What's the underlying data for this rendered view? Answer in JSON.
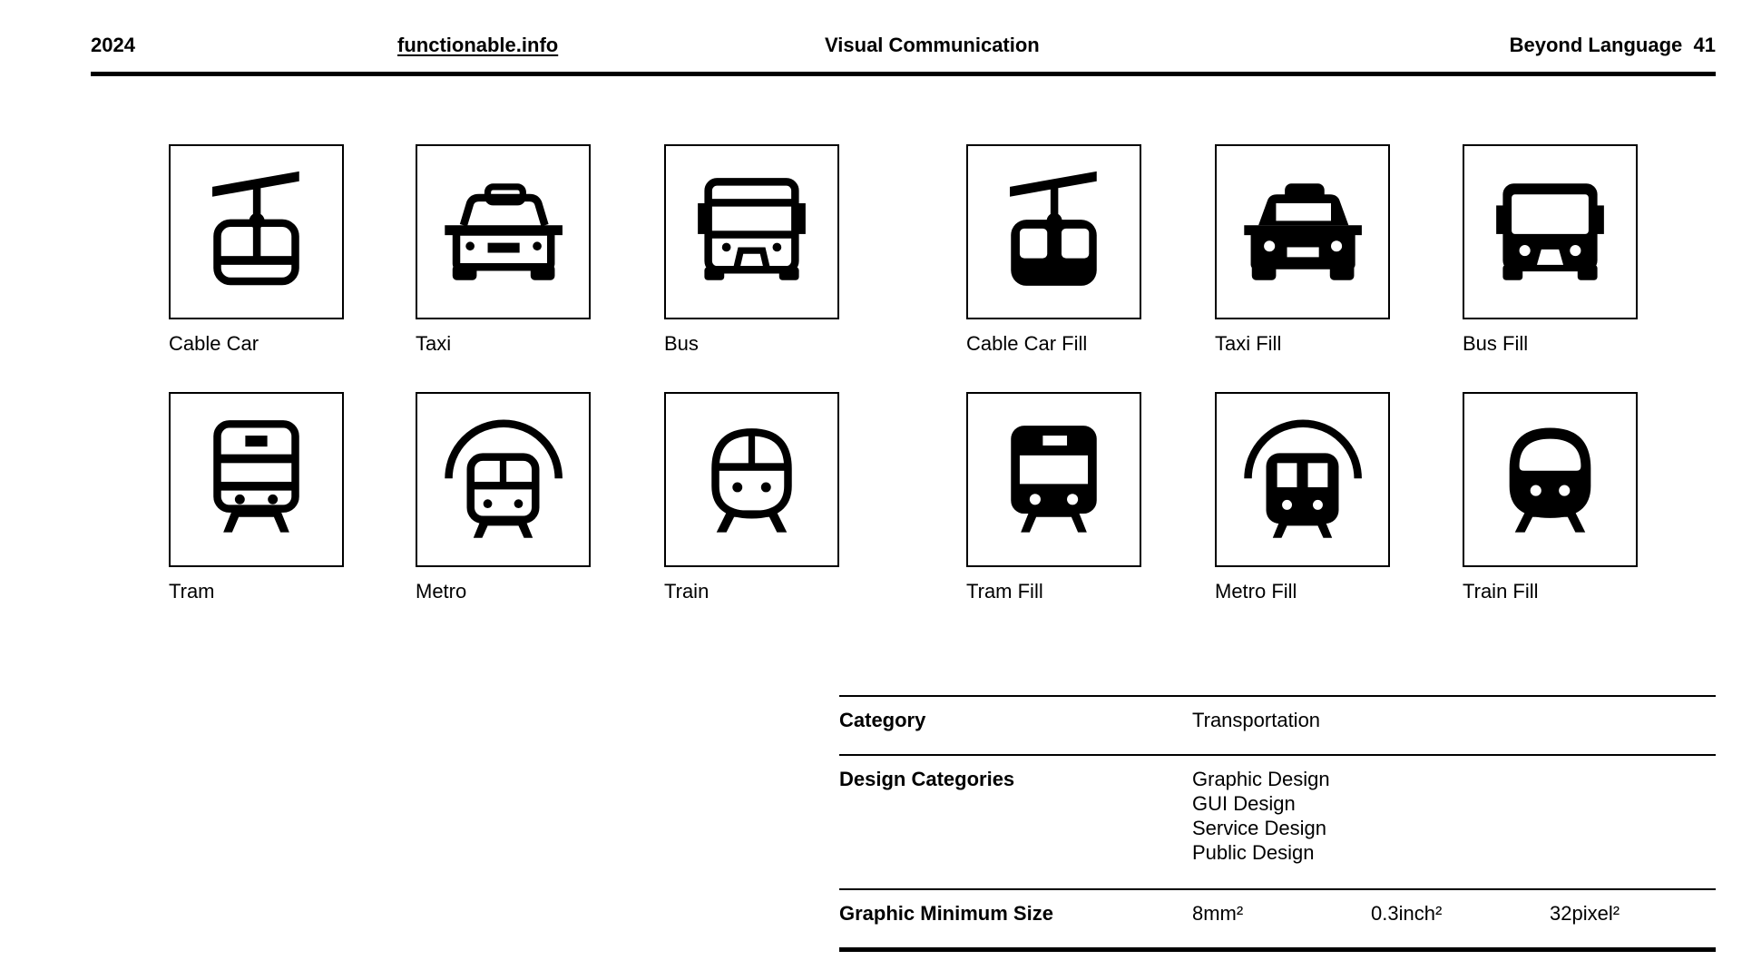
{
  "header": {
    "year": "2024",
    "site": "functionable.info",
    "section": "Visual Communication",
    "chapter": "Beyond Language",
    "page": "41"
  },
  "icons": [
    {
      "label": "Cable Car"
    },
    {
      "label": "Taxi"
    },
    {
      "label": "Bus"
    },
    {
      "label": "Cable Car Fill"
    },
    {
      "label": "Taxi Fill"
    },
    {
      "label": "Bus Fill"
    },
    {
      "label": "Tram"
    },
    {
      "label": "Metro"
    },
    {
      "label": "Train"
    },
    {
      "label": "Tram Fill"
    },
    {
      "label": "Metro Fill"
    },
    {
      "label": "Train Fill"
    }
  ],
  "info": {
    "category_label": "Category",
    "category_value": "Transportation",
    "design_label": "Design Categories",
    "design_values": [
      "Graphic Design",
      "GUI Design",
      "Service Design",
      "Public Design"
    ],
    "size_label": "Graphic Minimum Size",
    "sizes": [
      "8mm²",
      "0.3inch²",
      "32pixel²"
    ]
  }
}
